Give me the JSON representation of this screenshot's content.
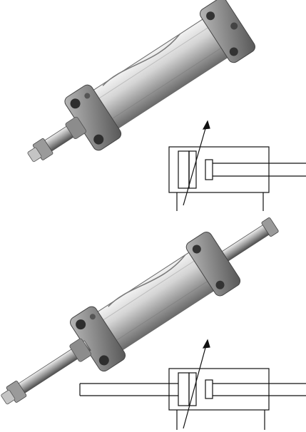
{
  "figures": [
    {
      "id": "single-rod-cylinder",
      "photo_icon": "pneumatic-cylinder-single-rod-photo",
      "symbol_icon": "adjustable-cushion-single-acting-rod-symbol"
    },
    {
      "id": "double-rod-cylinder",
      "photo_icon": "pneumatic-cylinder-double-rod-photo",
      "symbol_icon": "adjustable-cushion-double-rod-symbol"
    }
  ],
  "colors": {
    "background": "#ffffff",
    "metal_light": "#e6e6e6",
    "metal_mid": "#a9a9a9",
    "metal_dark": "#5a5a5a",
    "line": "#111111"
  }
}
